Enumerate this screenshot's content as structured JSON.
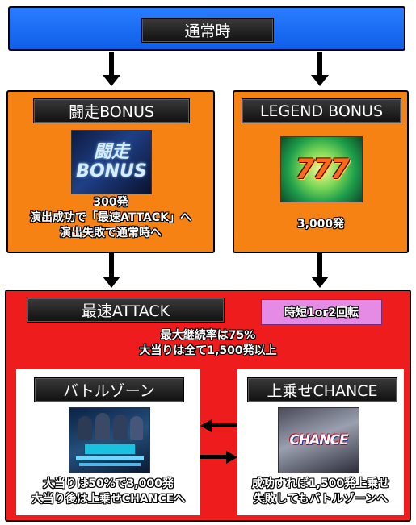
{
  "top": {
    "title": "通常時"
  },
  "left_box": {
    "title": "闘走BONUS",
    "logo_text": "闘走\nBONUS",
    "lines": [
      "300発",
      "演出成功で「最速ATTACK」へ",
      "演出失敗で通常時へ"
    ]
  },
  "right_box": {
    "title": "LEGEND BONUS",
    "logo_text": "777",
    "lines": [
      "3,000発"
    ]
  },
  "attack": {
    "title": "最速ATTACK",
    "badge": "時短1or2回転",
    "lines": [
      "最大継続率は75%",
      "大当りは全て1,500発以上"
    ]
  },
  "battle": {
    "title": "バトルゾーン",
    "lines": [
      "大当りは50%で3,000発",
      "大当り後は上乗せCHANCEへ"
    ]
  },
  "chance": {
    "title": "上乗せCHANCE",
    "logo_text": "CHANCE",
    "lines": [
      "成功すれば1,500発上乗せ",
      "失敗してもバトルゾーンへ"
    ]
  },
  "colors": {
    "blue": "#1469f5",
    "orange": "#f68214",
    "red": "#ee1c1c",
    "badge": "#e58be6"
  }
}
